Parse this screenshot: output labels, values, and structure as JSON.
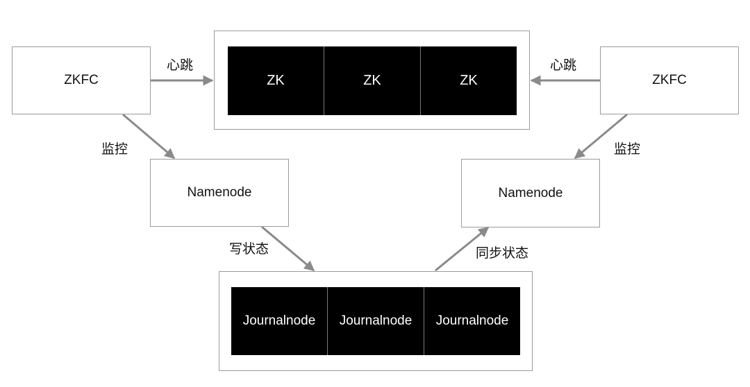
{
  "nodes": {
    "zkfc_left": "ZKFC",
    "zkfc_right": "ZKFC",
    "namenode_left": "Namenode",
    "namenode_right": "Namenode"
  },
  "zk_cluster": [
    "ZK",
    "ZK",
    "ZK"
  ],
  "journal_cluster": [
    "Journalnode",
    "Journalnode",
    "Journalnode"
  ],
  "edges": {
    "heartbeat_left": "心跳",
    "heartbeat_right": "心跳",
    "monitor_left": "监控",
    "monitor_right": "监控",
    "write_state": "写状态",
    "sync_state": "同步状态"
  },
  "colors": {
    "box_border": "#9a9a9a",
    "arrow": "#8a8a8a",
    "cluster_fill": "#000000",
    "cluster_text": "#ffffff"
  }
}
